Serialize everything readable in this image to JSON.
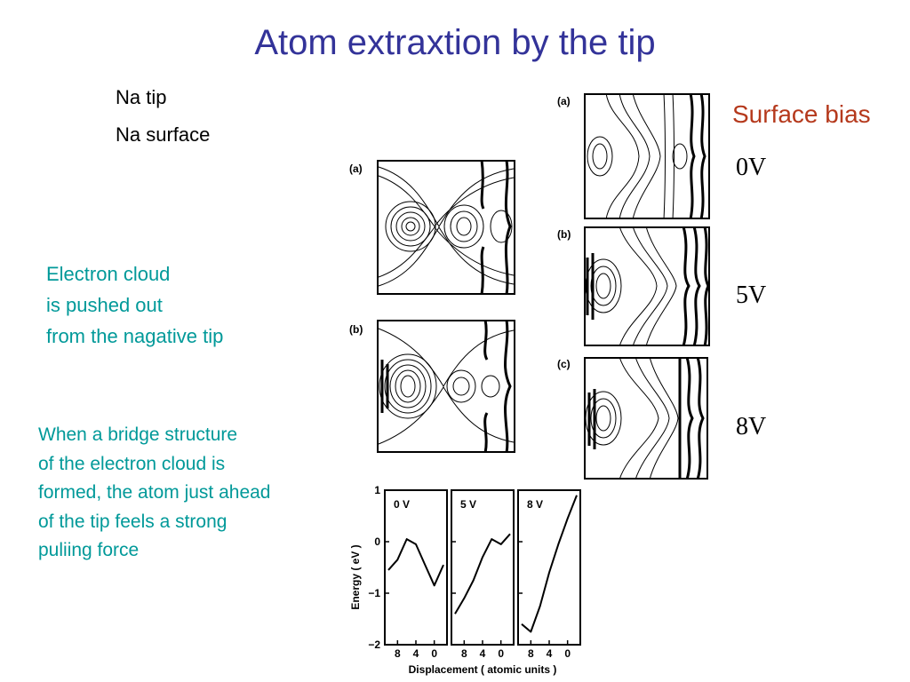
{
  "slide": {
    "title": "Atom extraxtion by the tip",
    "legend": [
      "Na tip",
      "Na surface"
    ],
    "note_cloud": [
      "Electron cloud",
      "is pushed out",
      "from the nagative tip"
    ],
    "note_bridge": [
      "When a bridge structure",
      "of the electron cloud is",
      "formed, the atom just ahead",
      "of the tip feels a strong",
      "puliing force"
    ],
    "surface_bias_label": "Surface bias",
    "bias_values": [
      "0V",
      "5V",
      "8V"
    ]
  },
  "figures": {
    "left_panels": [
      "(a)",
      "(b)"
    ],
    "right_panels": [
      "(a)",
      "(b)",
      "(c)"
    ]
  },
  "chart_data": {
    "type": "line",
    "ylabel": "Energy ( eV )",
    "xlabel": "Displacement   ( atomic units )",
    "ylim": [
      -2,
      1
    ],
    "yticks": [
      "1",
      "0",
      "−1",
      "−2"
    ],
    "xticks": [
      "8",
      "4",
      "0"
    ],
    "panels": [
      {
        "label": "0 V",
        "x": [
          10,
          8,
          6,
          4,
          2,
          0,
          -2
        ],
        "y": [
          -0.55,
          -0.35,
          0.05,
          -0.05,
          -0.45,
          -0.85,
          -0.45
        ]
      },
      {
        "label": "5 V",
        "x": [
          10,
          8,
          6,
          4,
          2,
          0,
          -2
        ],
        "y": [
          -1.4,
          -1.1,
          -0.75,
          -0.3,
          0.05,
          -0.05,
          0.15
        ]
      },
      {
        "label": "8 V",
        "x": [
          10,
          8,
          6,
          4,
          2,
          0,
          -2
        ],
        "y": [
          -1.6,
          -1.75,
          -1.25,
          -0.6,
          -0.05,
          0.45,
          0.9
        ]
      }
    ]
  }
}
